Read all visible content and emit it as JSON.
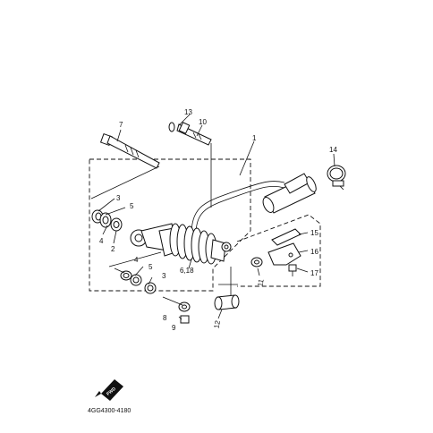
{
  "callouts": {
    "c1": "1",
    "c2": "2",
    "c3a": "3",
    "c3b": "3",
    "c4a": "4",
    "c4b": "4",
    "c5a": "5",
    "c5b": "5",
    "c6_18": "6,18",
    "c7": "7",
    "c8": "8",
    "c9": "9",
    "c10": "10",
    "c11": "11",
    "c12": "12",
    "c13": "13",
    "c14": "14",
    "c15": "15",
    "c16": "16",
    "c17": "17"
  },
  "fwd_label": "FWD",
  "drawing_code": "4GG4300-4180"
}
